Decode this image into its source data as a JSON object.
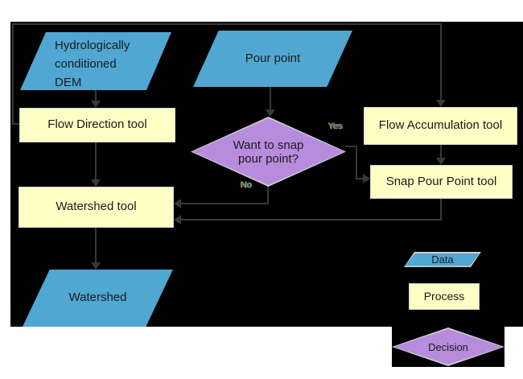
{
  "nodes": {
    "dem": {
      "lines": [
        "Hydrologically",
        "conditioned",
        "DEM"
      ]
    },
    "pour_point": {
      "label": "Pour point"
    },
    "flow_direction": {
      "label": "Flow Direction tool"
    },
    "decision": {
      "lines": [
        "Want to snap",
        "pour point?"
      ]
    },
    "flow_accumulation": {
      "label": "Flow Accumulation tool"
    },
    "snap_pour_point": {
      "label": "Snap Pour Point tool"
    },
    "watershed_tool": {
      "label": "Watershed tool"
    },
    "watershed": {
      "label": "Watershed"
    }
  },
  "edge_labels": {
    "yes": "Yes",
    "no": "No"
  },
  "legend": {
    "data": "Data",
    "process": "Process",
    "decision": "Decision"
  },
  "colors": {
    "page_background": "#FFFFFF",
    "canvas_background": "#000000",
    "connector": "#383838",
    "data_fill": "#4FA7D2",
    "process_fill": "#FFFFC5",
    "process_border": "#D6D6D6",
    "decision_fill": "#B78CDC",
    "shape_border": "#CFCFCF",
    "text": "#1B1B1B",
    "branch_label": "#8C8C66"
  }
}
